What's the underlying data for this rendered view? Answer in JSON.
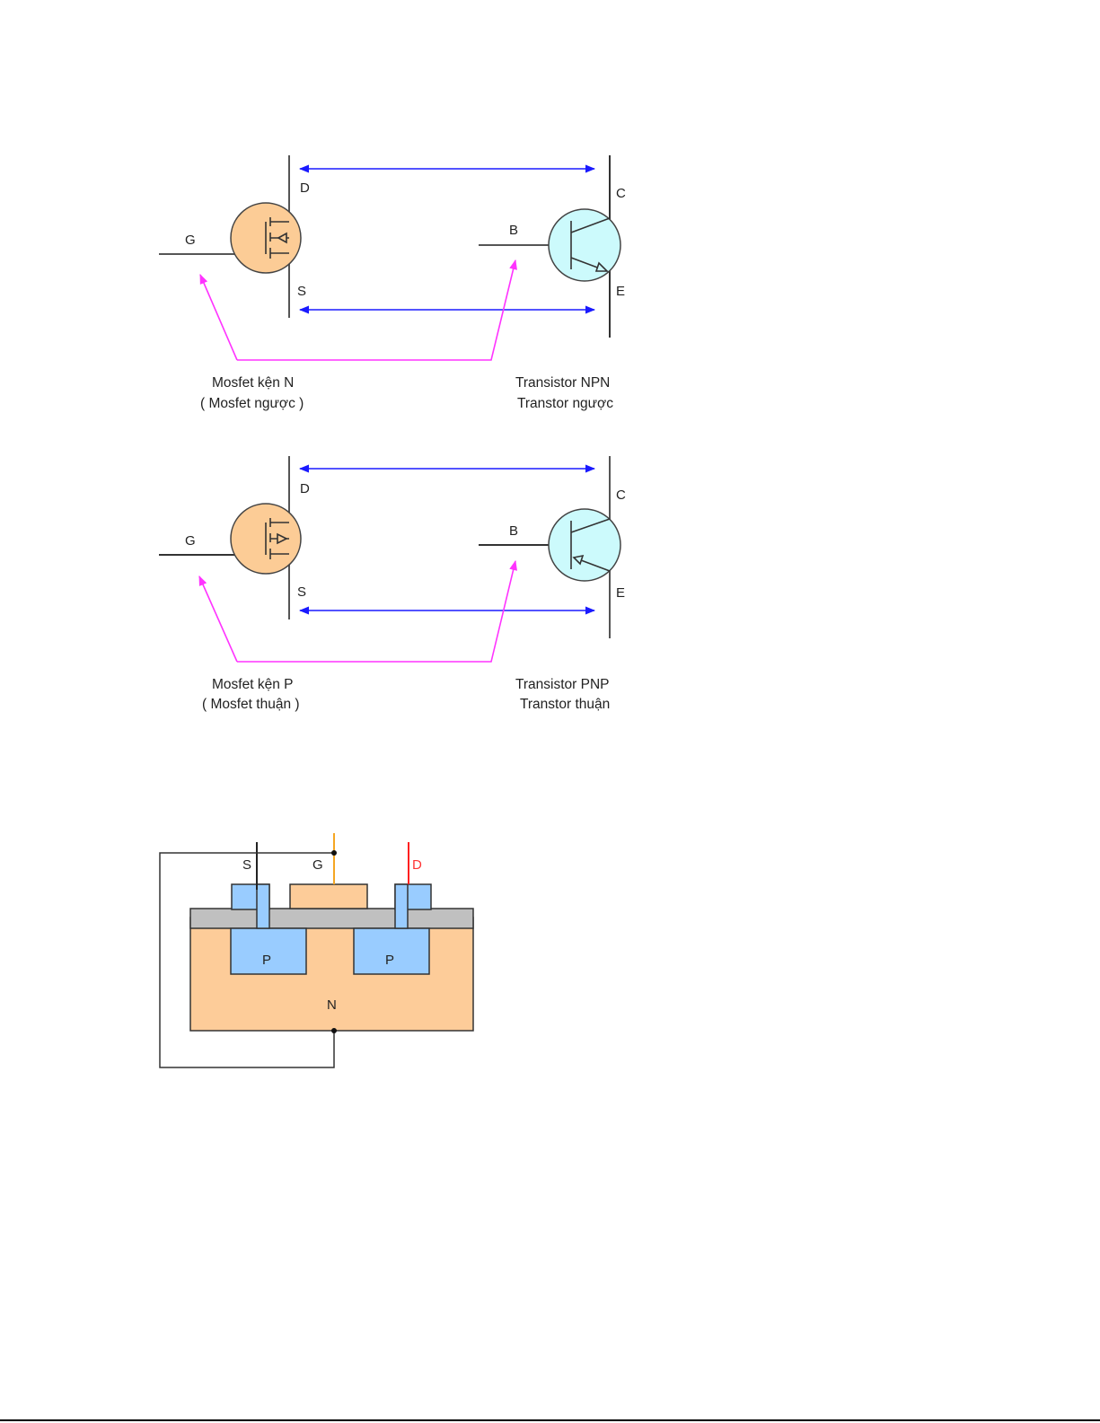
{
  "colors": {
    "mosfet_fill": "#fccc96",
    "bjt_fill": "#ccfafc",
    "blue_arrow": "#1a1aff",
    "magenta_arrow": "#ff33ff",
    "p_region": "#99ccff",
    "n_region": "#fdcc99",
    "oxide": "#c0c0c0",
    "gate_wire": "#f5a623",
    "drain_wire": "#ff2020",
    "drain_label": "#ff3333"
  },
  "diagram1": {
    "mosfet": {
      "gate": "G",
      "drain": "D",
      "source": "S",
      "caption_line1": "Mosfet kện N",
      "caption_line2": "( Mosfet ngược )"
    },
    "bjt": {
      "base": "B",
      "collector": "C",
      "emitter": "E",
      "caption_line1": "Transistor NPN",
      "caption_line2": "Transtor ngược"
    }
  },
  "diagram2": {
    "mosfet": {
      "gate": "G",
      "drain": "D",
      "source": "S",
      "caption_line1": "Mosfet kện P",
      "caption_line2": "( Mosfet thuận )"
    },
    "bjt": {
      "base": "B",
      "collector": "C",
      "emitter": "E",
      "caption_line1": "Transistor PNP",
      "caption_line2": "Transtor thuận"
    }
  },
  "cross_section": {
    "source": "S",
    "gate": "G",
    "drain": "D",
    "p_left": "P",
    "p_right": "P",
    "substrate": "N"
  }
}
